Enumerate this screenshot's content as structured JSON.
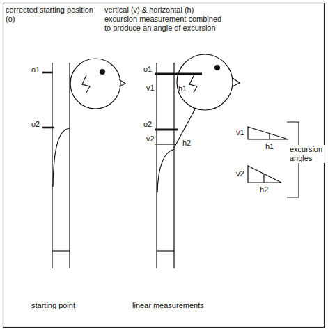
{
  "diagram": {
    "labels": [
      "corrected starting position (o)",
      "vertical (v) & horizontal (h) excursion measurement combined to produce an angle of excursion",
      "o1",
      "o2",
      "starting point",
      "o1",
      "v1",
      "h1",
      "o2",
      "v2",
      "h2",
      "linear measurements",
      "v1",
      "h1",
      "v2",
      "h2",
      "excursion angles"
    ]
  }
}
